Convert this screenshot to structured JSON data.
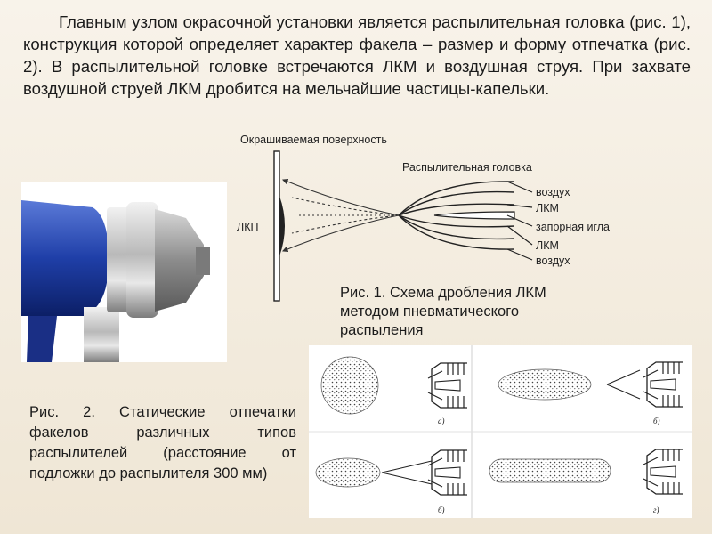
{
  "intro": {
    "text": "Главным узлом окрасочной установки является распылительная головка (рис. 1), конструкция которой определяет характер факела – размер и форму отпечатка (рис. 2). В распылительной головке встречаются ЛКМ и воздушная струя. При захвате воздушной струей ЛКМ дробится на мельчайшие частицы-капельки."
  },
  "figure1": {
    "surface_label": "Окрашиваемая поверхность",
    "head_label": "Распылительная головка",
    "lkp_label": "ЛКП",
    "air_top": "воздух",
    "lkm_top": "ЛКМ",
    "needle": "запорная игла",
    "lkm_bottom": "ЛКМ",
    "air_bottom": "воздух",
    "caption": "Рис. 1. Схема дробления ЛКМ методом пневматического распыления"
  },
  "figure2": {
    "caption": "Рис. 2. Статические отпечатки факелов различных типов распылителей (расстояние от подложки до распылителя 300 мм)",
    "panel_labels": [
      "а)",
      "б)",
      "б)",
      "г)"
    ]
  },
  "photo": {
    "icon": "spray-gun-photo",
    "body_color": "#1f3fa8"
  }
}
